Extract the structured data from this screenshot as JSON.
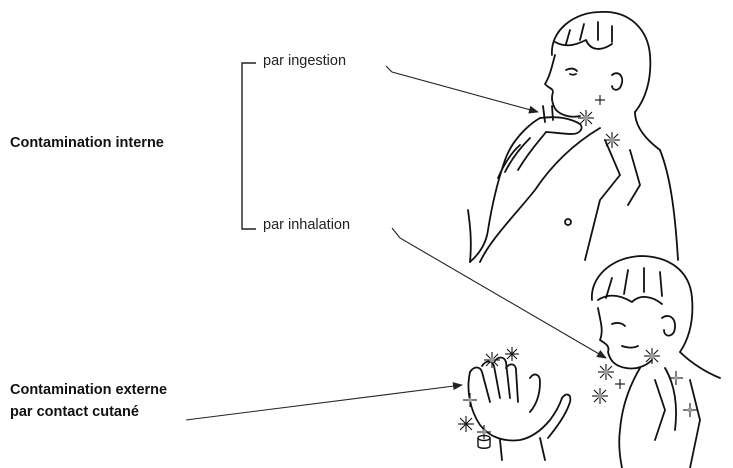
{
  "labels": {
    "internal": "Contamination interne",
    "ingestion": "par ingestion",
    "inhalation": "par inhalation",
    "external_line1": "Contamination externe",
    "external_line2": "par contact cutané"
  },
  "colors": {
    "ink": "#111111",
    "background": "#ffffff",
    "contamination_dot": "#9a9a9a"
  },
  "icons": [
    "person-ingestion-figure",
    "person-inhalation-figure",
    "hand-contact-figure",
    "contamination-spark-icon"
  ]
}
